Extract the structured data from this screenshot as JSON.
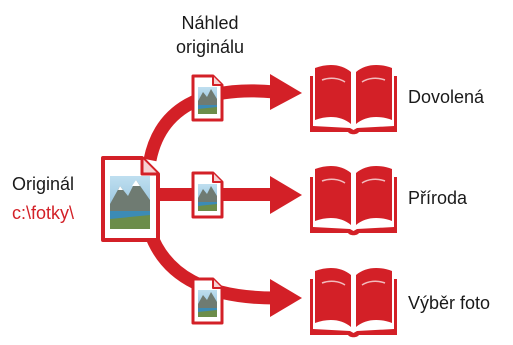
{
  "preview_label": {
    "line1": "Náhled",
    "line2": "originálu"
  },
  "source": {
    "label": "Originál",
    "path": "c:\\fotky\\"
  },
  "albums": [
    {
      "label": "Dovolená",
      "icon": "book-icon"
    },
    {
      "label": "Příroda",
      "icon": "book-icon"
    },
    {
      "label": "Výběr foto",
      "icon": "book-icon"
    }
  ],
  "icons": {
    "source": "photo-document-icon",
    "preview": "photo-document-icon",
    "connector": "arrow-icon",
    "album": "book-icon"
  },
  "colors": {
    "accent": "#d32027",
    "text": "#1a1a1a",
    "photo_sky": "#8ec3de",
    "photo_mountain": "#6f7b72",
    "photo_lake": "#3c8bb5",
    "photo_grass": "#6c8d4a"
  }
}
